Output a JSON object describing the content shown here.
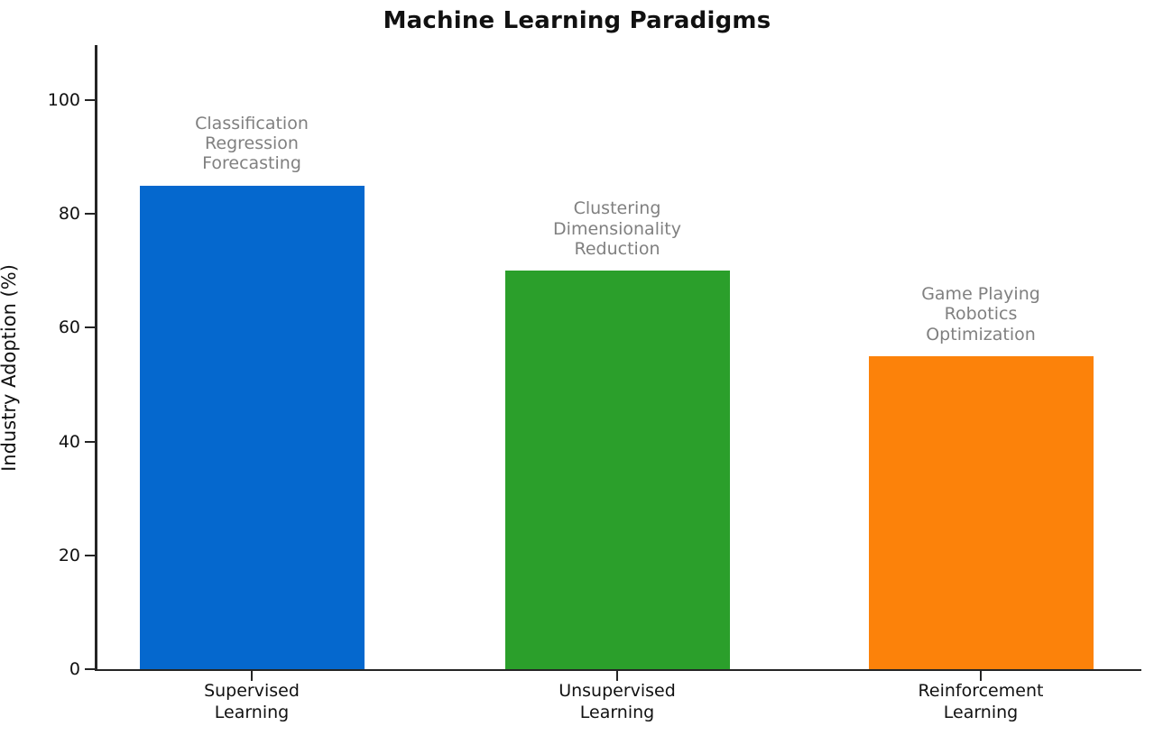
{
  "chart_data": {
    "type": "bar",
    "title": "Machine Learning Paradigms",
    "xlabel": "",
    "ylabel": "Industry Adoption (%)",
    "categories": [
      "Supervised\nLearning",
      "Unsupervised\nLearning",
      "Reinforcement\nLearning"
    ],
    "values": [
      85,
      70,
      55
    ],
    "ylim": [
      0,
      108
    ],
    "yticks": [
      0,
      20,
      40,
      60,
      80,
      100
    ],
    "ytick_labels": [
      "0",
      "20",
      "40",
      "60",
      "80",
      "100"
    ],
    "grid": false,
    "legend": "none",
    "bar_colors": [
      "#0568ce",
      "#2b9f2b",
      "#fc820a"
    ],
    "annotation_color": "#808080",
    "annotations": [
      "Classification\nRegression\nForecasting",
      "Clustering\nDimensionality\nReduction",
      "Game Playing\nRobotics\nOptimization"
    ],
    "bars": [
      {
        "label": "Supervised\nLearning",
        "value": 85,
        "color": "#0568ce",
        "annotation": "Classification\nRegression\nForecasting"
      },
      {
        "label": "Unsupervised\nLearning",
        "value": 70,
        "color": "#2b9f2b",
        "annotation": "Clustering\nDimensionality\nReduction"
      },
      {
        "label": "Reinforcement\nLearning",
        "value": 55,
        "color": "#fc820a",
        "annotation": "Game Playing\nRobotics\nOptimization"
      }
    ]
  }
}
